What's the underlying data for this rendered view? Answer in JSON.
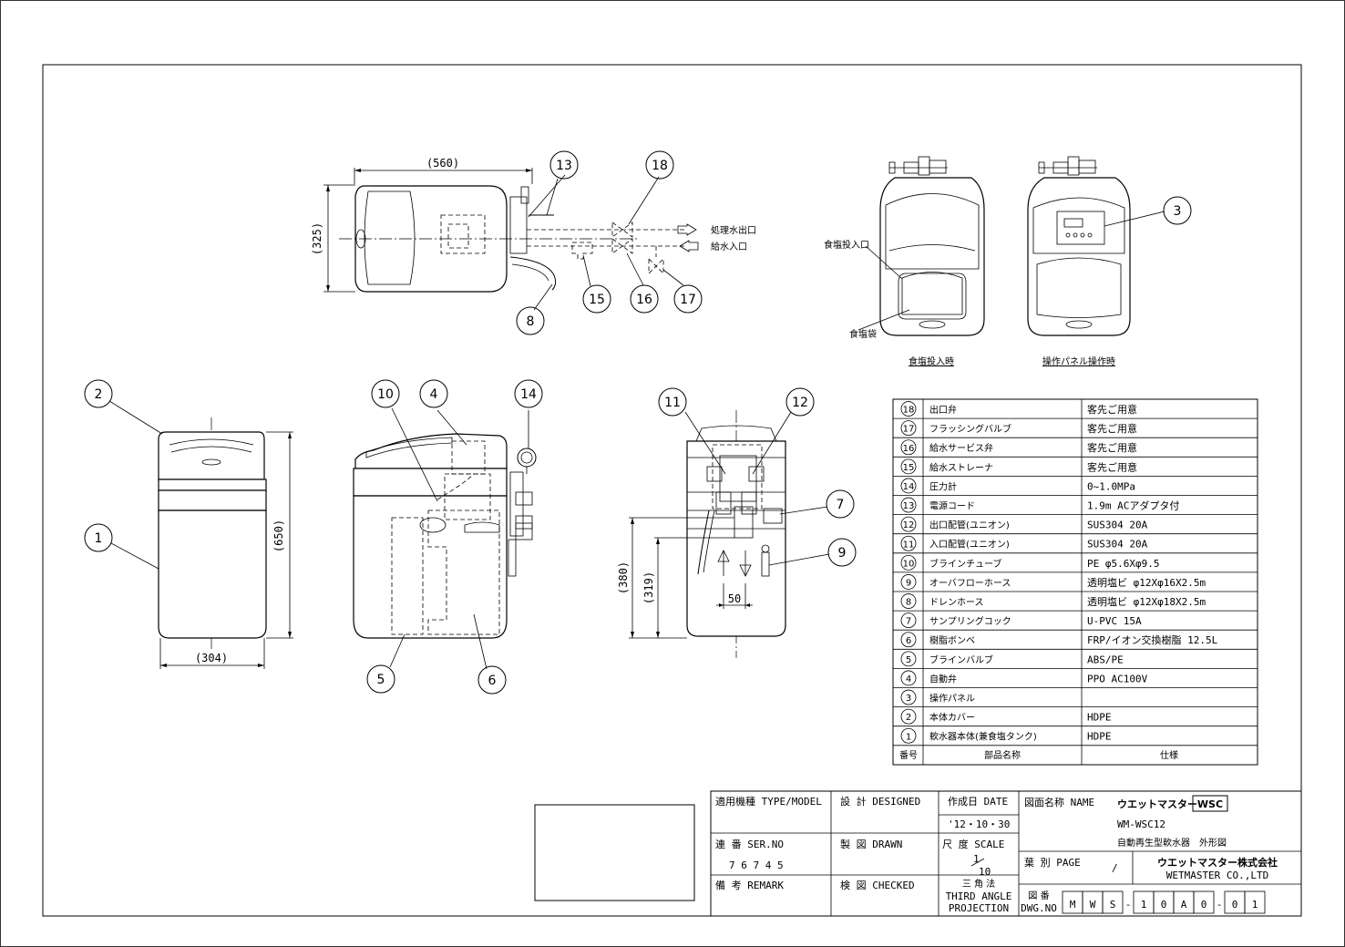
{
  "dimensions": {
    "top_width": "(560)",
    "top_depth": "(325)",
    "front_width": "(304)",
    "height": "(650)",
    "outlet_height": "(380)",
    "inlet_height": "(319)",
    "pipe_spacing": "50"
  },
  "flow_labels": {
    "outlet": "処理水出口",
    "inlet": "給水入口"
  },
  "views": {
    "salt_label_port": "食塩投入口",
    "salt_label_bag": "食塩袋",
    "salt_caption": "食塩投入時",
    "panel_caption": "操作パネル操作時"
  },
  "balloons": [
    "1",
    "2",
    "3",
    "4",
    "5",
    "6",
    "7",
    "8",
    "9",
    "10",
    "11",
    "12",
    "13",
    "14",
    "15",
    "16",
    "17",
    "18"
  ],
  "parts": {
    "header": {
      "no": "番号",
      "name": "部品名称",
      "spec": "仕様"
    },
    "rows": [
      {
        "no": "18",
        "name": "出口弁",
        "spec": "客先ご用意"
      },
      {
        "no": "17",
        "name": "フラッシングバルブ",
        "spec": "客先ご用意"
      },
      {
        "no": "16",
        "name": "給水サービス弁",
        "spec": "客先ご用意"
      },
      {
        "no": "15",
        "name": "給水ストレーナ",
        "spec": "客先ご用意"
      },
      {
        "no": "14",
        "name": "圧力計",
        "spec": "0~1.0MPa"
      },
      {
        "no": "13",
        "name": "電源コード",
        "spec": "1.9m ACアダプタ付"
      },
      {
        "no": "12",
        "name": "出口配管(ユニオン)",
        "spec": "SUS304 20A"
      },
      {
        "no": "11",
        "name": "入口配管(ユニオン)",
        "spec": "SUS304 20A"
      },
      {
        "no": "10",
        "name": "ブラインチューブ",
        "spec": "PE φ5.6Xφ9.5"
      },
      {
        "no": "9",
        "name": "オーバフローホース",
        "spec": "透明塩ビ φ12Xφ16X2.5m"
      },
      {
        "no": "8",
        "name": "ドレンホース",
        "spec": "透明塩ビ φ12Xφ18X2.5m"
      },
      {
        "no": "7",
        "name": "サンプリングコック",
        "spec": "U-PVC 15A"
      },
      {
        "no": "6",
        "name": "樹脂ボンベ",
        "spec": "FRP/イオン交換樹脂 12.5L"
      },
      {
        "no": "5",
        "name": "ブラインバルブ",
        "spec": "ABS/PE"
      },
      {
        "no": "4",
        "name": "自動弁",
        "spec": "PPO AC100V"
      },
      {
        "no": "3",
        "name": "操作パネル",
        "spec": ""
      },
      {
        "no": "2",
        "name": "本体カバー",
        "spec": "HDPE"
      },
      {
        "no": "1",
        "name": "軟水器本体(兼食塩タンク)",
        "spec": "HDPE"
      }
    ]
  },
  "title_block": {
    "model_label": "適用機種 TYPE/MODEL",
    "designed_label": "設 計 DESIGNED",
    "date_label": "作成日 DATE",
    "date_value": "'12・10・30",
    "name_label": "図面名称 NAME",
    "brand": "ウエットマスター",
    "brand_badge": "WSC",
    "model_no": "WM-WSC12",
    "drawing_title": "自動再生型軟水器　外形図",
    "ser_label": "連 番 SER.NO",
    "ser_value": "7 6 7 4 5",
    "drawn_label": "製 図 DRAWN",
    "scale_label": "尺 度 SCALE",
    "scale_num": "1",
    "scale_den": "10",
    "page_label": "葉 別 PAGE",
    "page_value": "/",
    "company_jp": "ウエットマスター株式会社",
    "company_en": "WETMASTER CO.,LTD",
    "remark_label": "備 考 REMARK",
    "checked_label": "検 図 CHECKED",
    "projection_jp": "三 角 法",
    "projection_en1": "THIRD ANGLE",
    "projection_en2": "PROJECTION",
    "dwg_label1": "図 番",
    "dwg_label2": "DWG.NO",
    "dwg_chars": [
      "M",
      "W",
      "S",
      "-",
      "1",
      "0",
      "A",
      "0",
      "-",
      "0",
      "1"
    ]
  }
}
